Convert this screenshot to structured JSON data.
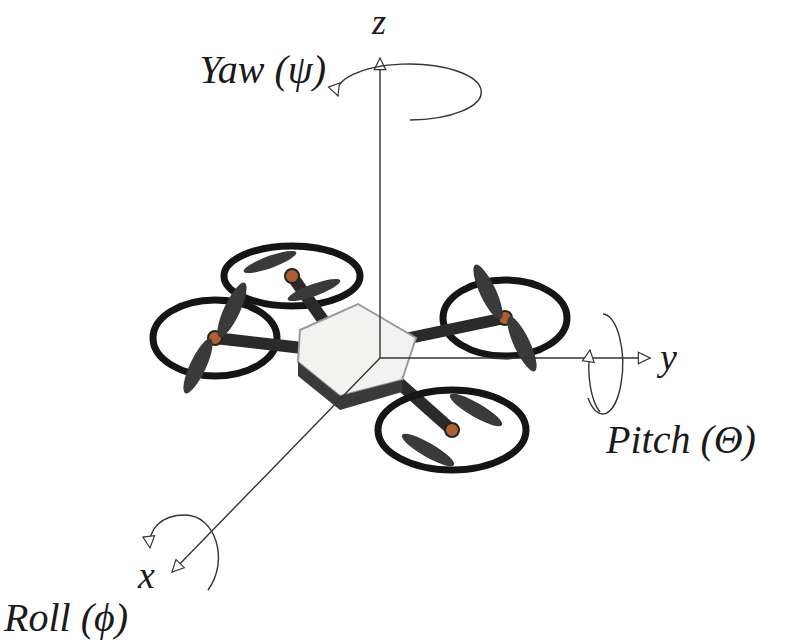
{
  "diagram": {
    "labels": [
      "z",
      "Yaw (ψ)",
      "y",
      "Pitch (Θ)",
      "x",
      "Roll (ϕ)"
    ]
  }
}
